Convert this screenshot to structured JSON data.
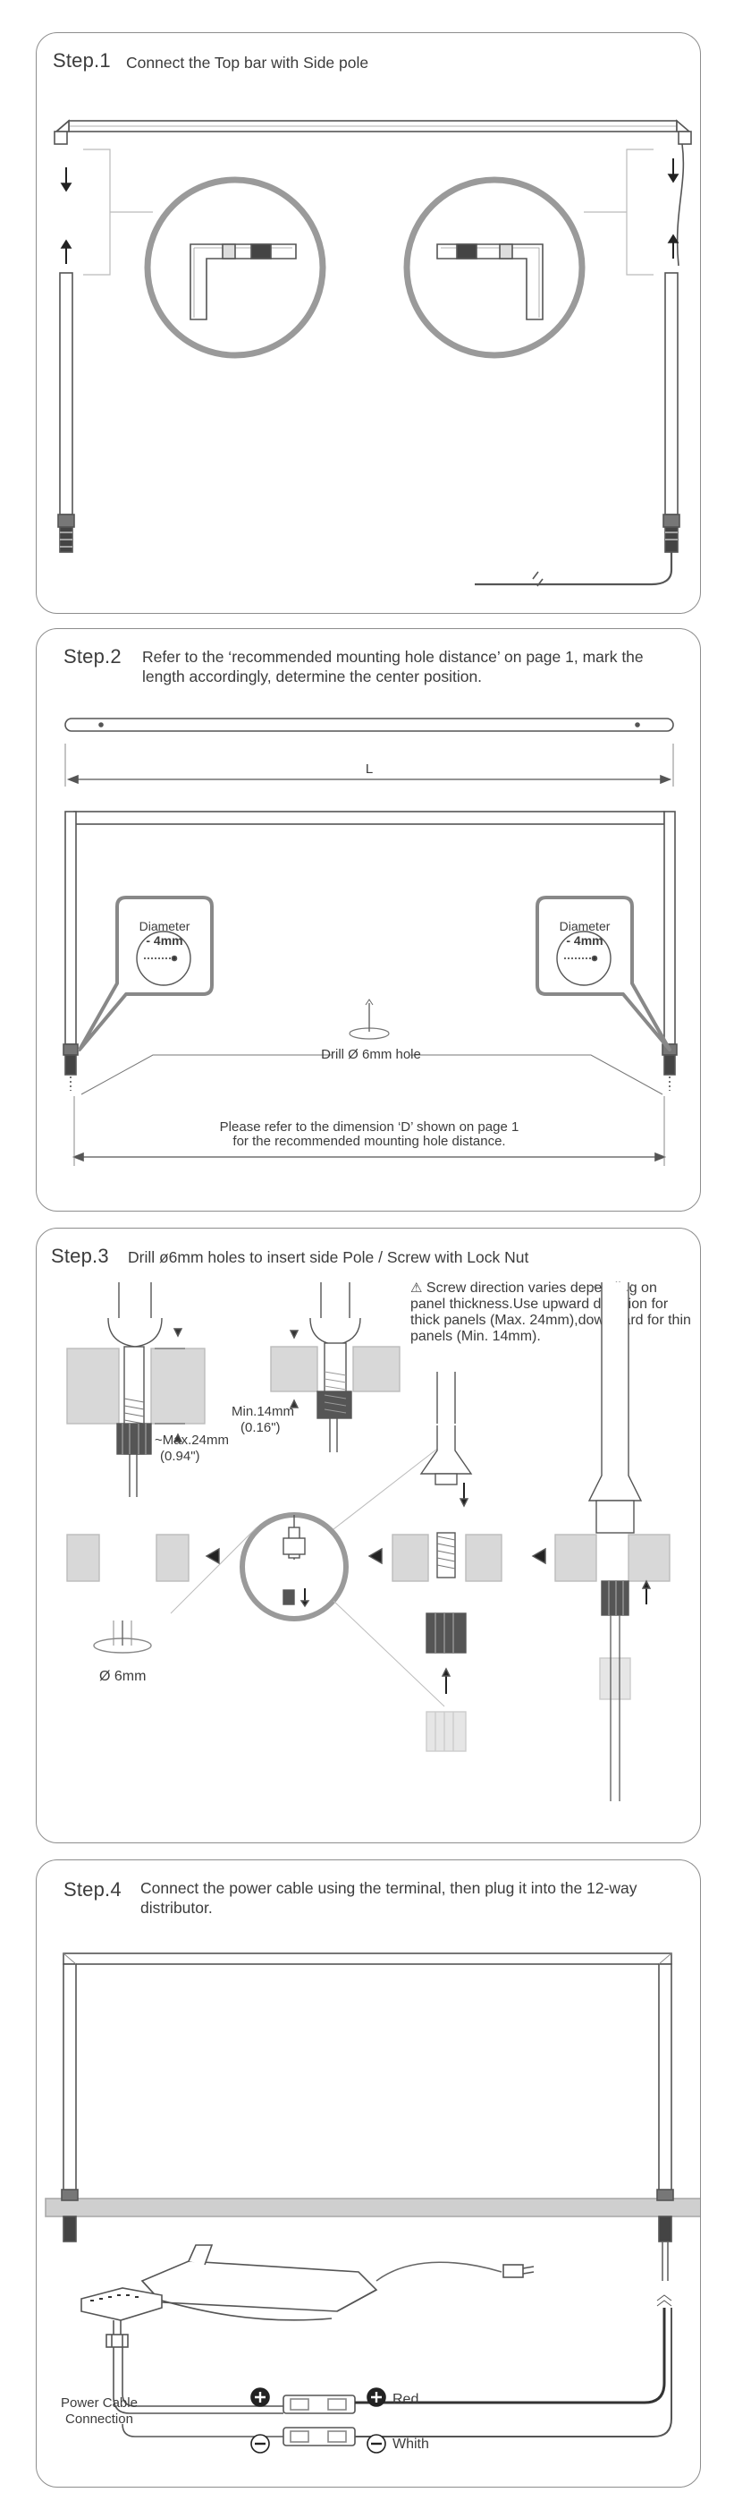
{
  "step1": {
    "title": "Step.1",
    "text": "Connect the Top bar with Side pole"
  },
  "step2": {
    "title": "Step.2",
    "text": "Refer to the ‘recommended mounting hole distance’ on page 1, mark the length accordingly, determine the center position.",
    "length_label": "L",
    "diameter_label": "Diameter",
    "diameter_value": "- 4mm",
    "drill_label": "Drill Ø 6mm hole",
    "refer_line1": "Please refer to the dimension ‘D’ shown on page 1",
    "refer_line2": "for the recommended mounting hole distance."
  },
  "step3": {
    "title": "Step.3",
    "text": "Drill ø6mm holes to insert side Pole / Screw with Lock Nut",
    "warning": "Screw direction varies depending on panel thickness.Use upward direction for thick panels (Max. 24mm),downward for thin panels (Min. 14mm).",
    "max_label_line1": "~Max.24mm",
    "max_label_line2": "(0.94\")",
    "min_label_line1": "Min.14mm",
    "min_label_line2": "(0.16\")",
    "hole_label": "Ø 6mm"
  },
  "step4": {
    "title": "Step.4",
    "text": "Connect the power cable using the terminal, then plug it into the 12-way distributor.",
    "red_label": "Red",
    "white_label": "Whith",
    "power_label_line1": "Power Cable",
    "power_label_line2": "Connection"
  },
  "colors": {
    "border": "#8d8d8d",
    "line": "#555555",
    "light_gray": "#cfcfcf",
    "dark": "#2a2a2a"
  }
}
